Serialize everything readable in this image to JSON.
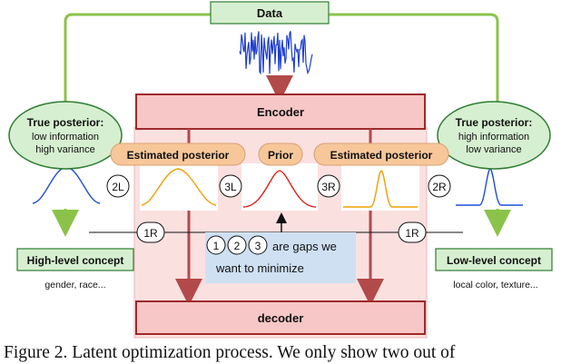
{
  "colors": {
    "green_box": "#d6efd0",
    "green_stroke": "#2e7d32",
    "green_arrow": "#8bc34a",
    "pink_box": "#f7c6c6",
    "pink_region": "#fbe0e0",
    "red_stroke": "#9e2a2a",
    "red_arrow": "#b24a4a",
    "orange_pill": "#f7c79a",
    "blue_gap": "#cfe0f3",
    "blue_curve": "#1f4fd8",
    "orange_curve": "#f0a000",
    "red_curve": "#e0201b",
    "data_signal": "#1f3fcf"
  },
  "top": {
    "data_label": "Data"
  },
  "encoder_label": "Encoder",
  "decoder_label": "decoder",
  "left_bubble": {
    "title": "True posterior:",
    "line1": "low information",
    "line2": "high variance"
  },
  "right_bubble": {
    "title": "True posterior:",
    "line1": "high information",
    "line2": "low variance"
  },
  "pills": {
    "est_left": "Estimated posterior",
    "prior": "Prior",
    "est_right": "Estimated posterior"
  },
  "markers": {
    "m2L": "2L",
    "m3L": "3L",
    "m3R": "3R",
    "m2R": "2R",
    "m1R_left": "1R",
    "m1R_right": "1R"
  },
  "gap_box": {
    "n1": "1",
    "n2": "2",
    "n3": "3",
    "line1": "are gaps we",
    "line2": "want to minimize"
  },
  "left_concept": {
    "label": "High-level concept",
    "sub": "gender, race..."
  },
  "right_concept": {
    "label": "Low-level concept",
    "sub": "local color, texture..."
  },
  "caption": "Figure 2. Latent optimization process.  We only show two out of"
}
